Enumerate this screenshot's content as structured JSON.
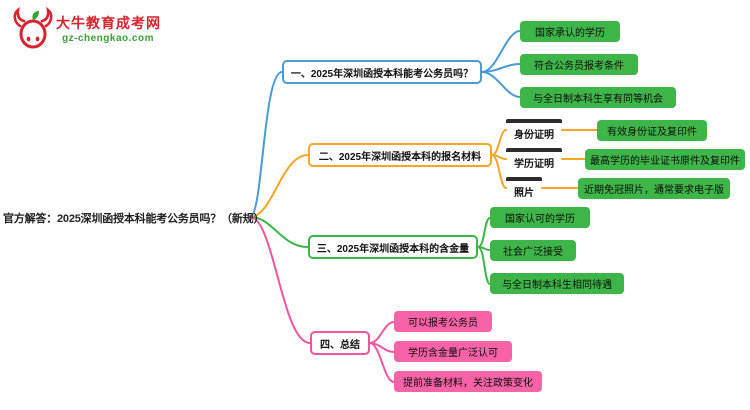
{
  "logo": {
    "title": "大牛教育成考网",
    "subtitle": "gz-chengkao.com"
  },
  "root": {
    "label": "官方解答：2025深圳函授本科能考公务员吗？（新规）"
  },
  "palette": {
    "branch1": "#4a9bd5",
    "branch2": "#f5a623",
    "branch3": "#3cb54a",
    "branch4": "#f0569b",
    "leaf_green": "#3eb548",
    "leaf_pink": "#f763a6",
    "bar_node": "#2b2b2b",
    "logo_red": "#d9232e",
    "logo_green": "#3aa335"
  },
  "branches": [
    {
      "label": "一、2025年深圳函授本科能考公务员吗？",
      "color": "#4a9bd5",
      "children": [
        {
          "label": "国家承认的学历"
        },
        {
          "label": "符合公务员报考条件"
        },
        {
          "label": "与全日制本科生享有同等机会"
        }
      ]
    },
    {
      "label": "二、2025年深圳函授本科的报名材料",
      "color": "#f5a623",
      "children": [
        {
          "label": "身份证明",
          "detail": "有效身份证及复印件"
        },
        {
          "label": "学历证明",
          "detail": "最高学历的毕业证书原件及复印件"
        },
        {
          "label": "照片",
          "detail": "近期免冠照片，通常要求电子版"
        }
      ]
    },
    {
      "label": "三、2025年深圳函授本科的含金量",
      "color": "#3cb54a",
      "children": [
        {
          "label": "国家认可的学历"
        },
        {
          "label": "社会广泛接受"
        },
        {
          "label": "与全日制本科生相同待遇"
        }
      ]
    },
    {
      "label": "四、总结",
      "color": "#f0569b",
      "children": [
        {
          "label": "可以报考公务员"
        },
        {
          "label": "学历含金量广泛认可"
        },
        {
          "label": "提前准备材料，关注政策变化"
        }
      ]
    }
  ]
}
